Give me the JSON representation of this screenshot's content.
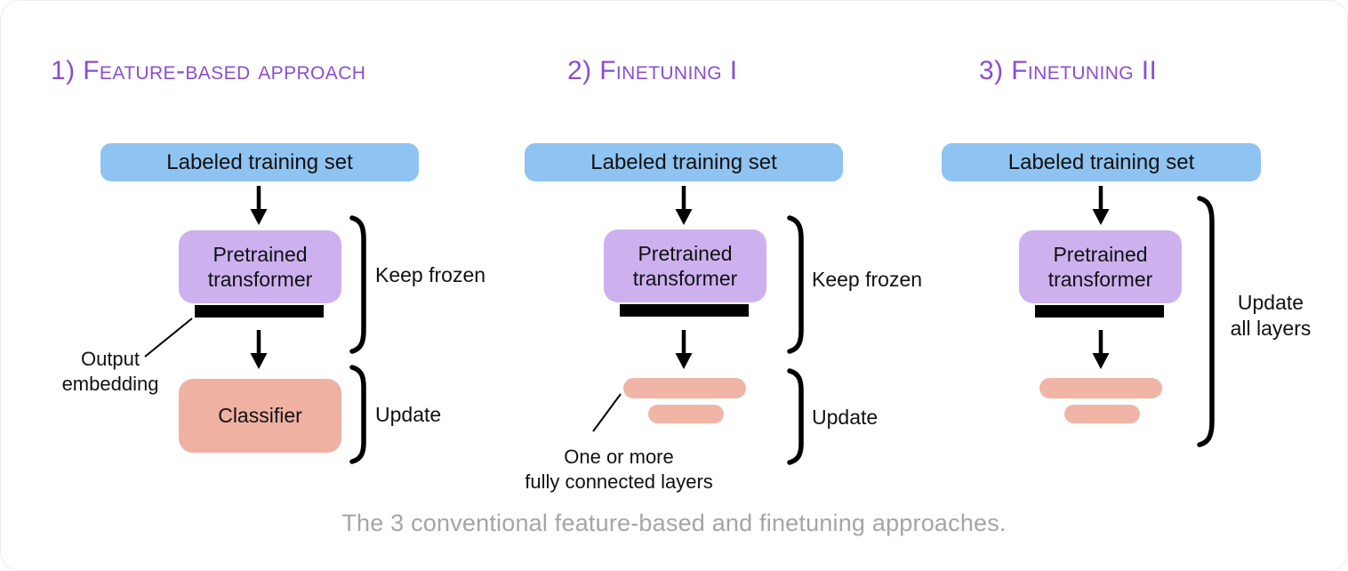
{
  "caption": "The 3 conventional feature-based and finetuning approaches.",
  "colors": {
    "heading_purple": "#8a4ed2",
    "training_set_blue": "#8fc3f1",
    "transformer_purple": "#cdb1ef",
    "classifier_salmon": "#efb1a1",
    "fc_layer_salmon": "#f0b5a6",
    "embedding_bar_black": "#000000",
    "caption_gray": "#a5a5a5"
  },
  "columns": [
    {
      "title": "1) Feature-based approach",
      "training_set": "Labeled training set",
      "transformer": "Pretrained\ntransformer",
      "classifier": "Classifier",
      "keep_frozen": "Keep frozen",
      "update": "Update",
      "output_embedding": "Output\nembedding"
    },
    {
      "title": "2) Finetuning I",
      "training_set": "Labeled training set",
      "transformer": "Pretrained\ntransformer",
      "keep_frozen": "Keep frozen",
      "update": "Update",
      "fc_layers": "One or more\nfully connected layers"
    },
    {
      "title": "3) Finetuning II",
      "training_set": "Labeled training set",
      "transformer": "Pretrained\ntransformer",
      "update_all": "Update\nall layers"
    }
  ]
}
